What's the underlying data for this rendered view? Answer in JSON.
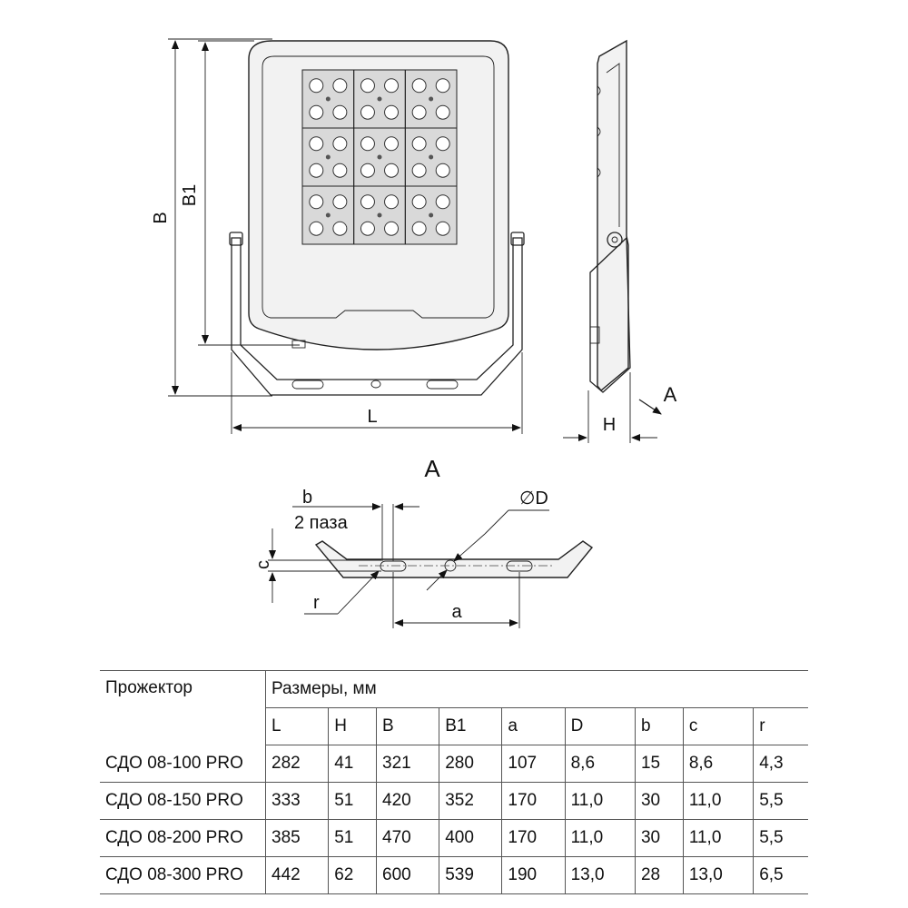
{
  "figure": {
    "labels": {
      "B": "B",
      "B1": "B1",
      "L": "L",
      "H": "H",
      "A_arrow": "A",
      "A_view": "A",
      "b": "b",
      "slots": "2 паза",
      "D": "∅D",
      "c": "c",
      "r": "r",
      "a": "a"
    }
  },
  "table": {
    "header_model": "Прожектор",
    "header_group": "Размеры, мм",
    "columns": [
      "L",
      "H",
      "B",
      "B1",
      "a",
      "D",
      "b",
      "c",
      "r"
    ],
    "rows": [
      {
        "model": "СДО 08-100 PRO",
        "values": [
          "282",
          "41",
          "321",
          "280",
          "107",
          "8,6",
          "15",
          "8,6",
          "4,3"
        ]
      },
      {
        "model": "СДО 08-150 PRO",
        "values": [
          "333",
          "51",
          "420",
          "352",
          "170",
          "11,0",
          "30",
          "11,0",
          "5,5"
        ]
      },
      {
        "model": "СДО 08-200 PRO",
        "values": [
          "385",
          "51",
          "470",
          "400",
          "170",
          "11,0",
          "30",
          "11,0",
          "5,5"
        ]
      },
      {
        "model": "СДО 08-300 PRO",
        "values": [
          "442",
          "62",
          "600",
          "539",
          "190",
          "13,0",
          "28",
          "13,0",
          "6,5"
        ]
      }
    ]
  }
}
